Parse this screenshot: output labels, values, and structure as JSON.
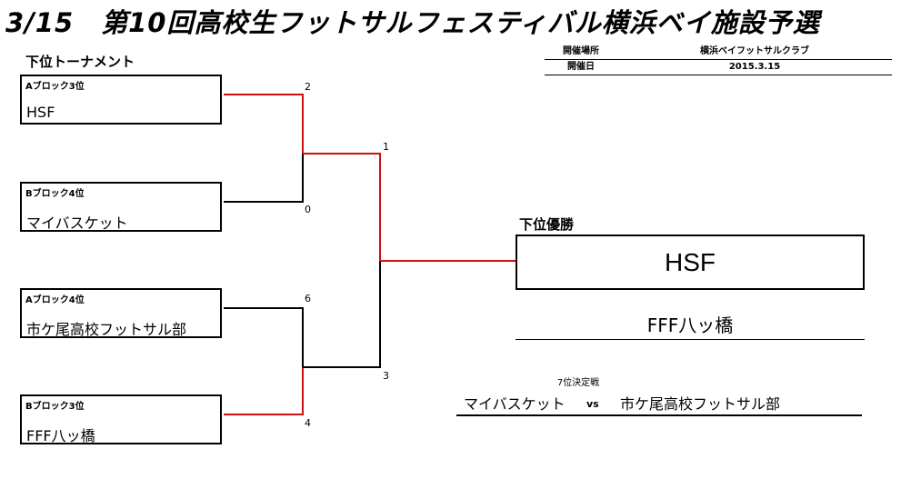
{
  "title": "3/15　第10回高校生フットサルフェスティバル横浜ベイ施設予選",
  "info": {
    "venue_label": "開催場所",
    "venue_value": "横浜ベイフットサルクラブ",
    "date_label": "開催日",
    "date_value": "2015.3.15"
  },
  "bracket": {
    "section_label": "下位トーナメント",
    "teams": [
      {
        "block": "Aブロック3位",
        "name": "HSF"
      },
      {
        "block": "Bブロック4位",
        "name": "マイバスケット"
      },
      {
        "block": "Aブロック4位",
        "name": "市ケ尾高校フットサル部"
      },
      {
        "block": "Bブロック3位",
        "name": "FFF八ッ橋"
      }
    ],
    "scores": {
      "sf1_top": "2",
      "sf1_bottom": "0",
      "sf2_top": "6",
      "sf2_bottom": "4",
      "final_top": "1",
      "final_bottom": "3"
    },
    "line_colors": {
      "winner": "#cc1111",
      "loser": "#000000"
    }
  },
  "winner": {
    "label": "下位優勝",
    "name": "HSF"
  },
  "runner_up": {
    "name": "FFF八ッ橋"
  },
  "seventh_place": {
    "title": "7位決定戦",
    "team_a": "マイバスケット",
    "vs": "vs",
    "team_b": "市ケ尾高校フットサル部"
  }
}
